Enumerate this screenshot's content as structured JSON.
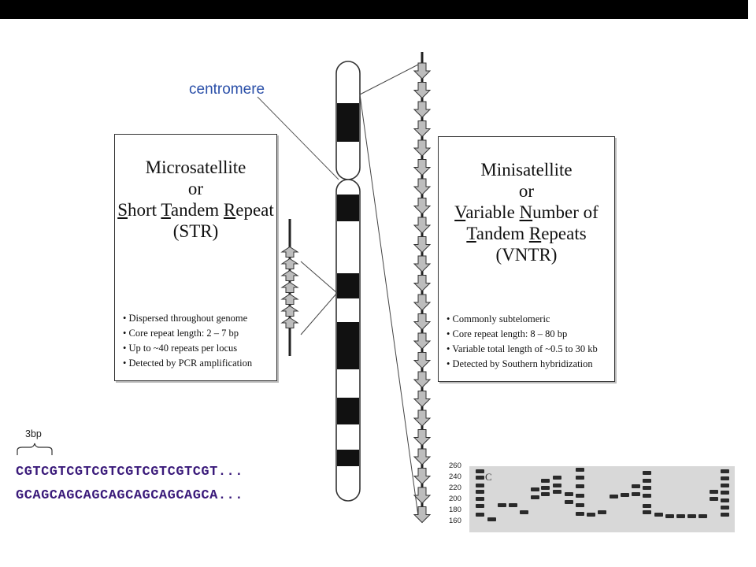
{
  "labels": {
    "centromere": "centromere",
    "bp": "3bp"
  },
  "str_panel": {
    "title_lines": [
      "Microsatellite",
      "or"
    ],
    "name_parts": [
      {
        "u": "S",
        "t": "hort "
      },
      {
        "u": "T",
        "t": "andem "
      },
      {
        "u": "R",
        "t": "epeat"
      }
    ],
    "abbrev": "(STR)",
    "bullets": [
      "Dispersed throughout genome",
      "Core repeat length: 2 – 7 bp",
      "Up to ~40 repeats per locus",
      "Detected by PCR amplification"
    ]
  },
  "vntr_panel": {
    "title_lines": [
      "Minisatellite",
      "or"
    ],
    "name_line1": [
      {
        "u": "V",
        "t": "ariable "
      },
      {
        "u": "N",
        "t": "umber of"
      }
    ],
    "name_line2": [
      {
        "u": "T",
        "t": "andem "
      },
      {
        "u": "R",
        "t": "epeats"
      }
    ],
    "abbrev": "(VNTR)",
    "bullets": [
      "Commonly subtelomeric",
      "Core repeat length: 8 – 80 bp",
      "Variable total length of ~0.5 to 30 kb",
      "Detected by Southern hybridization"
    ]
  },
  "sequences": {
    "top": "CGTCGTCGTCGTCGTCGTCGTCGT...",
    "bottom": "GCAGCAGCAGCAGCAGCAGCAGCA..."
  },
  "gel": {
    "panel_letter": "C",
    "ladder": [
      "260",
      "240",
      "220",
      "200",
      "180",
      "160"
    ]
  },
  "colors": {
    "centromere_label": "#2a4fa8",
    "sequence_text": "#3a1a7a",
    "chromosome_band": "#111111"
  }
}
